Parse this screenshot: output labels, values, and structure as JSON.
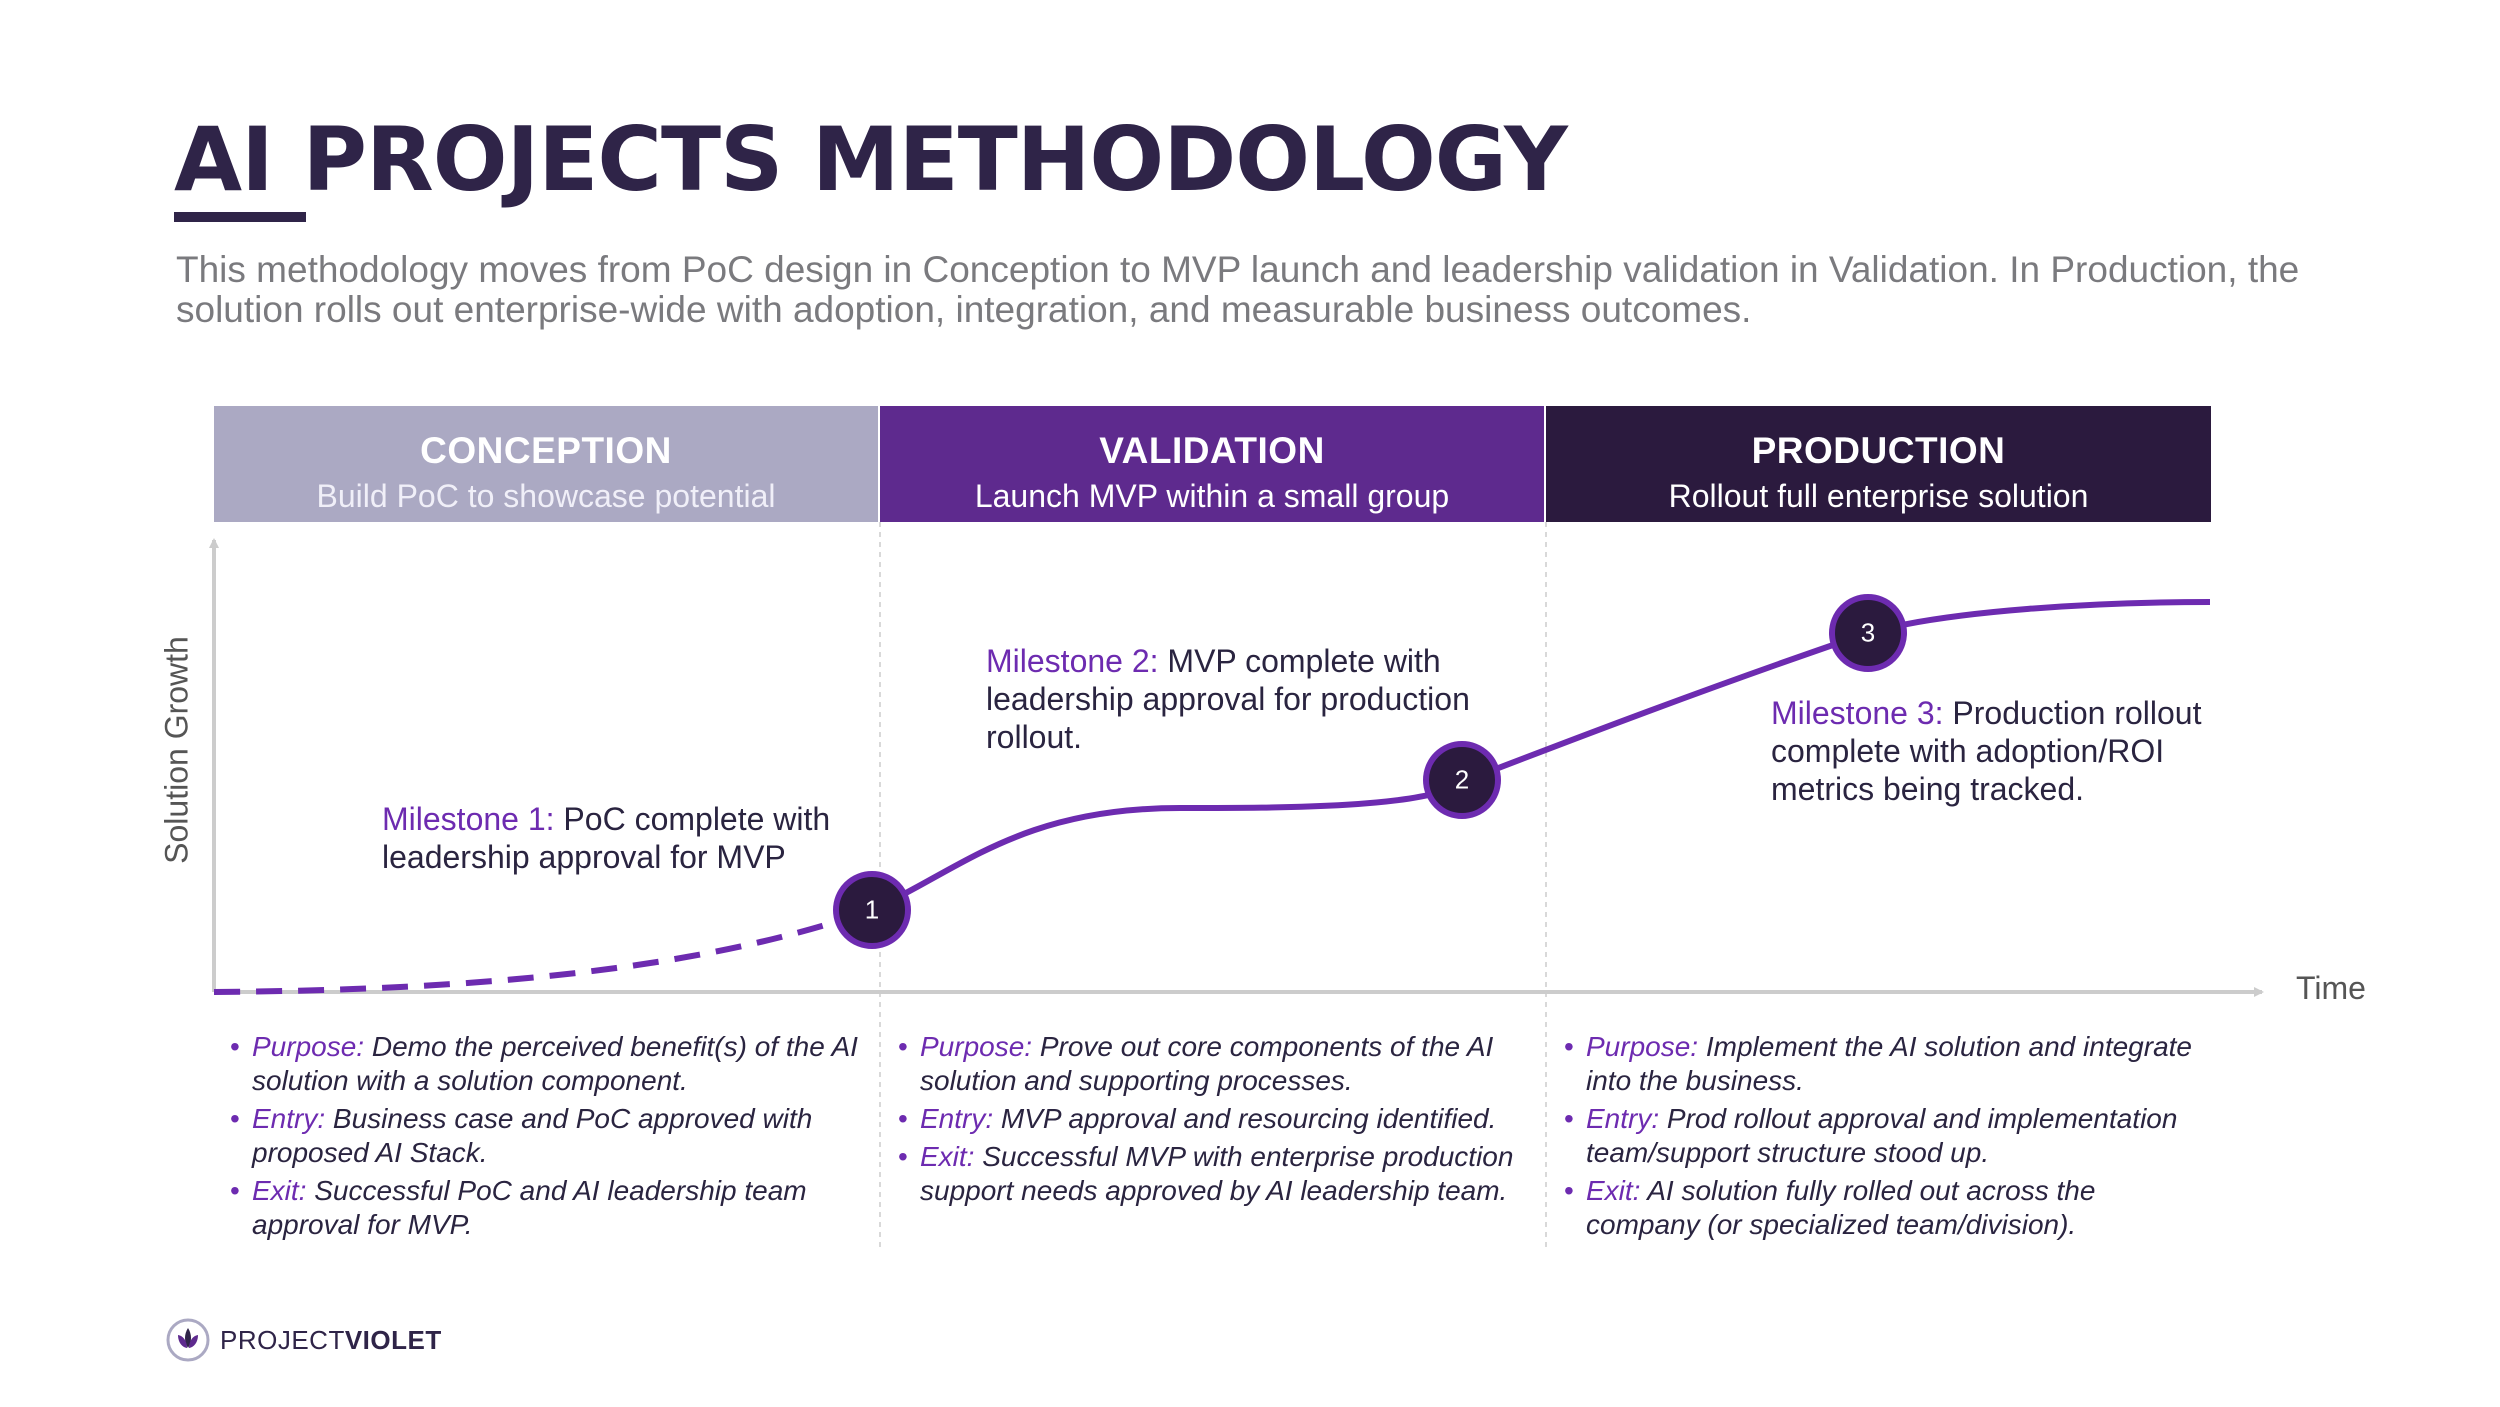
{
  "title": "AI PROJECTS METHODOLOGY",
  "intro": "This methodology moves from PoC design in Conception to MVP launch and leadership validation in Validation. In Production, the solution rolls out enterprise-wide with adoption, integration, and measurable business outcomes.",
  "phases": [
    {
      "name": "CONCEPTION",
      "subtitle": "Build PoC to showcase potential",
      "color": "#aba9c3"
    },
    {
      "name": "VALIDATION",
      "subtitle": "Launch MVP within a small group",
      "color": "#5e2a8e"
    },
    {
      "name": "PRODUCTION",
      "subtitle": "Rollout full enterprise solution",
      "color": "#2b1a3e"
    }
  ],
  "axes": {
    "y_label": "Solution Growth",
    "x_label": "Time"
  },
  "milestones": [
    {
      "number": "1",
      "label": "Milestone 1:",
      "text": " PoC complete with leadership approval for MVP"
    },
    {
      "number": "2",
      "label": "Milestone 2:",
      "text": " MVP complete with leadership approval for production rollout."
    },
    {
      "number": "3",
      "label": "Milestone 3:",
      "text": " Production rollout complete with adoption/ROI metrics being tracked."
    }
  ],
  "details": [
    {
      "purpose_key": "Purpose:",
      "purpose": " Demo the perceived benefit(s) of the AI solution with a solution component.",
      "entry_key": "Entry:",
      "entry": " Business case and PoC approved with proposed AI Stack.",
      "exit_key": "Exit:",
      "exit": " Successful PoC and AI leadership team approval for MVP."
    },
    {
      "purpose_key": "Purpose:",
      "purpose": " Prove out core components of the AI solution and supporting processes.",
      "entry_key": "Entry:",
      "entry": " MVP approval and resourcing identified.",
      "exit_key": "Exit:",
      "exit": " Successful MVP with enterprise production support needs approved by AI leadership team."
    },
    {
      "purpose_key": "Purpose:",
      "purpose": " Implement the AI solution and integrate into the business.",
      "entry_key": "Entry:",
      "entry": " Prod rollout approval and implementation team/support structure stood up.",
      "exit_key": "Exit:",
      "exit": " AI solution fully rolled out across the company (or specialized team/division)."
    }
  ],
  "logo": {
    "brand_light": "PROJECT",
    "brand_bold": "VIOLET",
    "icon": "lotus-icon"
  },
  "colors": {
    "accent": "#6d2bb0",
    "dark": "#2b1a3e",
    "title": "#2f2448"
  }
}
